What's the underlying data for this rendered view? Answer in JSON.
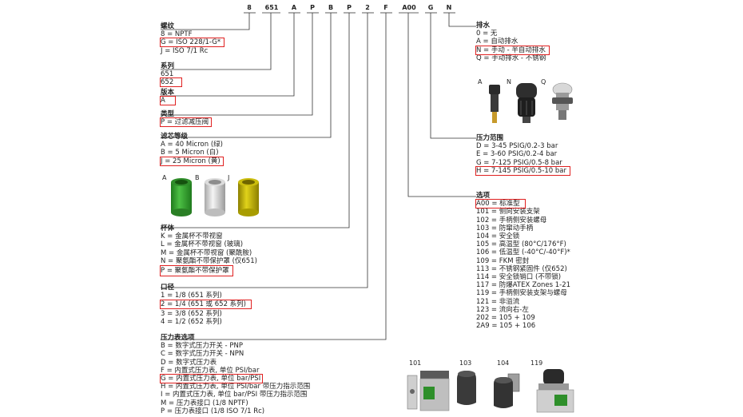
{
  "code": [
    "8",
    "651",
    "A",
    "P",
    "B",
    "P",
    "2",
    "F",
    "A00",
    "G",
    "N"
  ],
  "thread": {
    "title": "螺纹",
    "items": [
      "8  = NPTF",
      "G = ISO 228/1-G*",
      "J  = ISO 7/1 Rc"
    ]
  },
  "series": {
    "title": "系列",
    "items": [
      "651",
      "652"
    ]
  },
  "version": {
    "title": "版本",
    "items": [
      "A"
    ]
  },
  "type": {
    "title": "类型",
    "items": [
      "P = 过滤减压阀"
    ]
  },
  "filter": {
    "title": "滤芯等级",
    "items": [
      "A = 40 Micron (绿)",
      "B = 5 Micron (白)",
      "J = 25 Micron (黄)"
    ],
    "image_labels": [
      "A",
      "B",
      "J"
    ]
  },
  "bowl": {
    "title": "杯体",
    "items": [
      "K = 金属杯不带视窗",
      "L = 金属杯不带视窗 (玻璃)",
      "M = 金属杯不带视窗 (聚酰胺)",
      "N = 聚氨酯不带保护罩 (仅651)",
      "P = 聚氨酯不带保护罩"
    ]
  },
  "port": {
    "title": "口径",
    "items": [
      "1 = 1/8 (651 系列)",
      "2 = 1/4 (651 或 652 系列)",
      "3 = 3/8 (652 系列)",
      "4 = 1/2 (652 系列)"
    ]
  },
  "gauge": {
    "title": "压力表选项",
    "items": [
      "B = 数字式压力开关 - PNP",
      "C = 数字式压力开关 - NPN",
      "D = 数字式压力表",
      "F = 内置式压力表, 单位 PSI/bar",
      "G = 内置式压力表, 单位 bar/PSI",
      "H = 内置式压力表, 单位 PSI/bar 带压力指示范围",
      "I = 内置式压力表, 单位 bar/PSI 带压力指示范围",
      "M = 压力表接口 (1/8 NPTF)",
      "P = 压力表接口 (1/8 ISO 7/1 Rc)"
    ]
  },
  "drain": {
    "title": "排水",
    "items": [
      "0  = 无",
      "A  = 自动排水",
      "N  = 手动 - 半自动排水",
      "Q  = 手动排水 - 不锈钢"
    ],
    "image_labels": [
      "A",
      "N",
      "Q"
    ]
  },
  "pressure": {
    "title": "压力范围",
    "items": [
      "D  = 3-45 PSIG/0.2-3 bar",
      "E  = 3-60 PSIG/0.2-4 bar",
      "G  = 7-125 PSIG/0.5-8 bar",
      "H  = 7-145 PSIG/0.5-10 bar"
    ]
  },
  "options": {
    "title": "选项",
    "items": [
      "A00 = 标准型",
      "101 = 侧向安装支架",
      "102 = 手柄侧安装螺母",
      "103 = 防窜动手柄",
      "104 = 安全锁",
      "105 = 高温型 (80°C/176°F)",
      "106 = 低温型 (-40°C/-40°F)*",
      "109 = FKM 密封",
      "113 = 不锈钢紧固件 (仅652)",
      "114 = 安全锁销口 (不带锁)",
      "117 = 防爆ATEX Zones 1-21",
      "119 = 手柄侧安装支架与螺母",
      "121 = 非溢流",
      "123 = 流向右-左",
      "202 = 105 + 109",
      "2A9 = 105 + 106"
    ],
    "image_labels": [
      "101",
      "103",
      "104",
      "119"
    ]
  },
  "colors": {
    "highlight": "#e02020",
    "green": "#3aa635",
    "yellow": "#c9b800",
    "white": "#e6e6e6"
  }
}
